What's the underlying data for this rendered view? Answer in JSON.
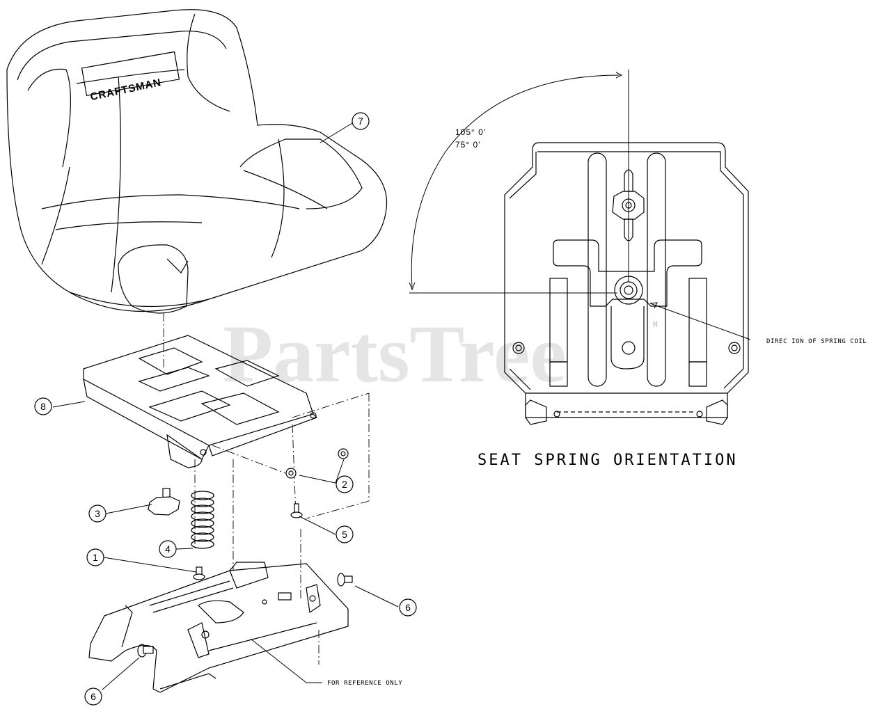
{
  "watermark": "PartsTree",
  "brand_label": "CRAFTSMAN",
  "orientation_title": "SEAT SPRING ORIENTATION",
  "angle_labels": [
    "105° 0'",
    "75° 0'"
  ],
  "callouts": {
    "spring_direction": "DIREC ION OF SPRING COIL",
    "reference": "FOR REFERENCE ONLY"
  },
  "parts": [
    {
      "num": "1"
    },
    {
      "num": "2"
    },
    {
      "num": "3"
    },
    {
      "num": "4"
    },
    {
      "num": "5"
    },
    {
      "num": "6"
    },
    {
      "num": "6"
    },
    {
      "num": "7"
    },
    {
      "num": "8"
    }
  ],
  "trademark": "M"
}
